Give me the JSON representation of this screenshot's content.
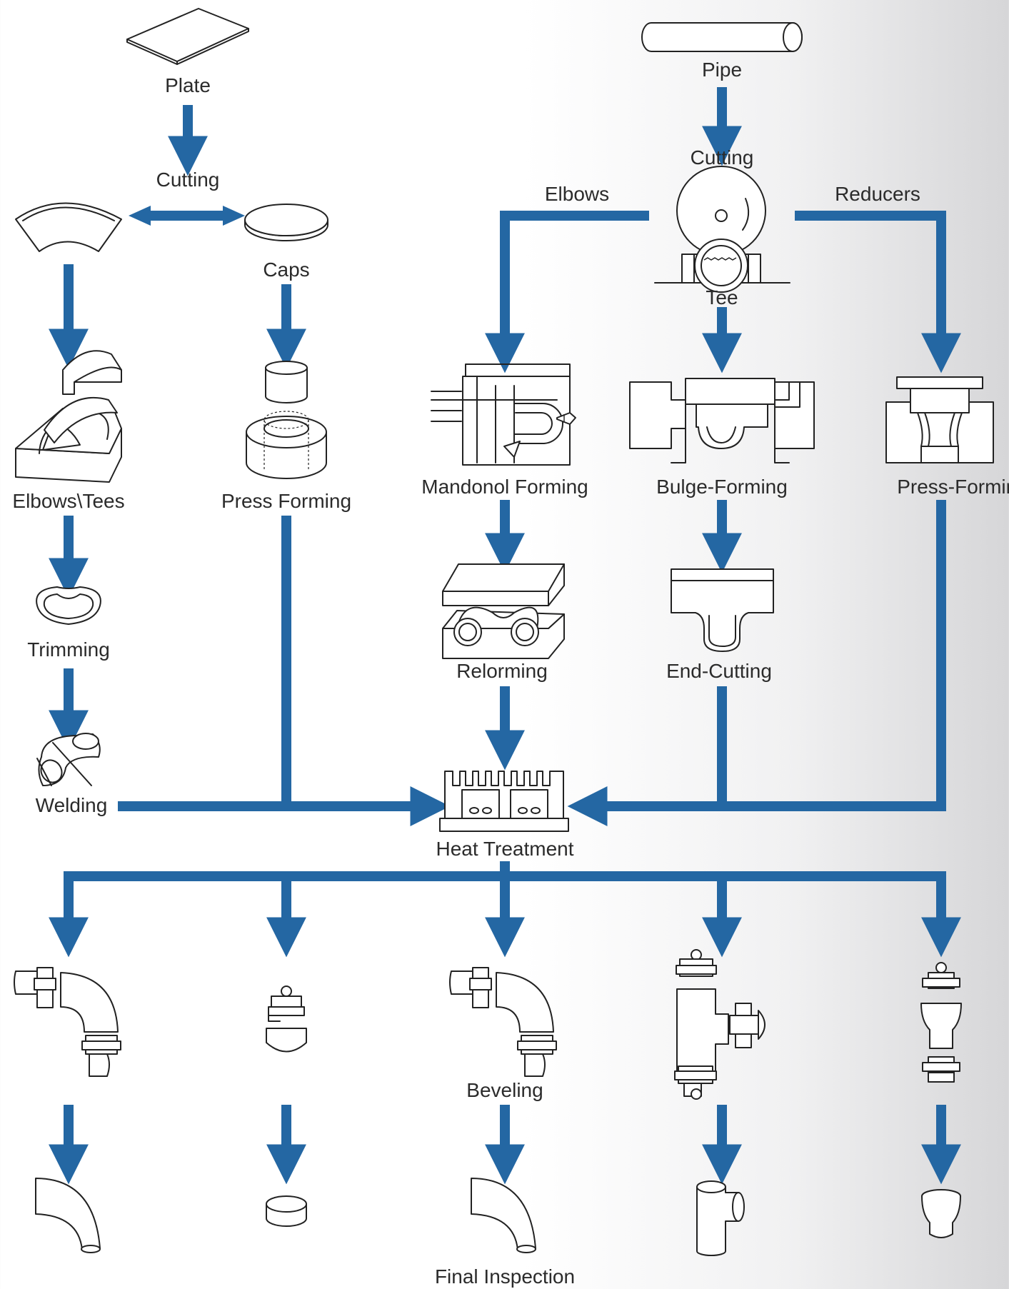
{
  "colors": {
    "flow": "#2467a3",
    "stroke": "#222222",
    "text": "#2b2b2b"
  },
  "materials": {
    "plate": "Plate",
    "pipe": "Pipe"
  },
  "steps": {
    "cutting_plate": "Cutting",
    "caps": "Caps",
    "elbows_tees": "Elbows\\Tees",
    "press_forming_caps": "Press Forming",
    "trimming": "Trimming",
    "welding": "Welding",
    "cutting_pipe": "Cutting",
    "tee": "Tee",
    "mandonol_forming": "Mandonol Forming",
    "bulge_forming": "Bulge-Forming",
    "press_forming_reducers": "Press-Forming",
    "reforming": "Relorming",
    "end_cutting": "End-Cutting",
    "heat_treatment": "Heat Treatment",
    "beveling": "Beveling",
    "final_inspection": "Final Inspection"
  },
  "branches": {
    "elbows": "Elbows",
    "reducers": "Reducers"
  }
}
